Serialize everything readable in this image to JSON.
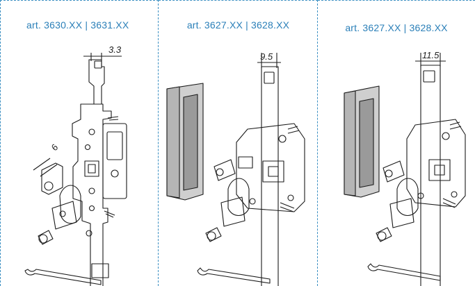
{
  "panels": [
    {
      "caption": "art. 3630.XX | 3631.XX",
      "dimension_main": "3.3",
      "dimension_side": "6"
    },
    {
      "caption": "art. 3627.XX | 3628.XX",
      "dimension_main": "9.5"
    },
    {
      "caption": "art. 3627.XX | 3628.XX",
      "dimension_main": "11.5"
    }
  ],
  "colors": {
    "divider": "#3a8fc2",
    "caption": "#2a7fb8",
    "line": "#1a1a1a",
    "plate": "#9a9a9a",
    "plate_light": "#cfcfcf"
  }
}
